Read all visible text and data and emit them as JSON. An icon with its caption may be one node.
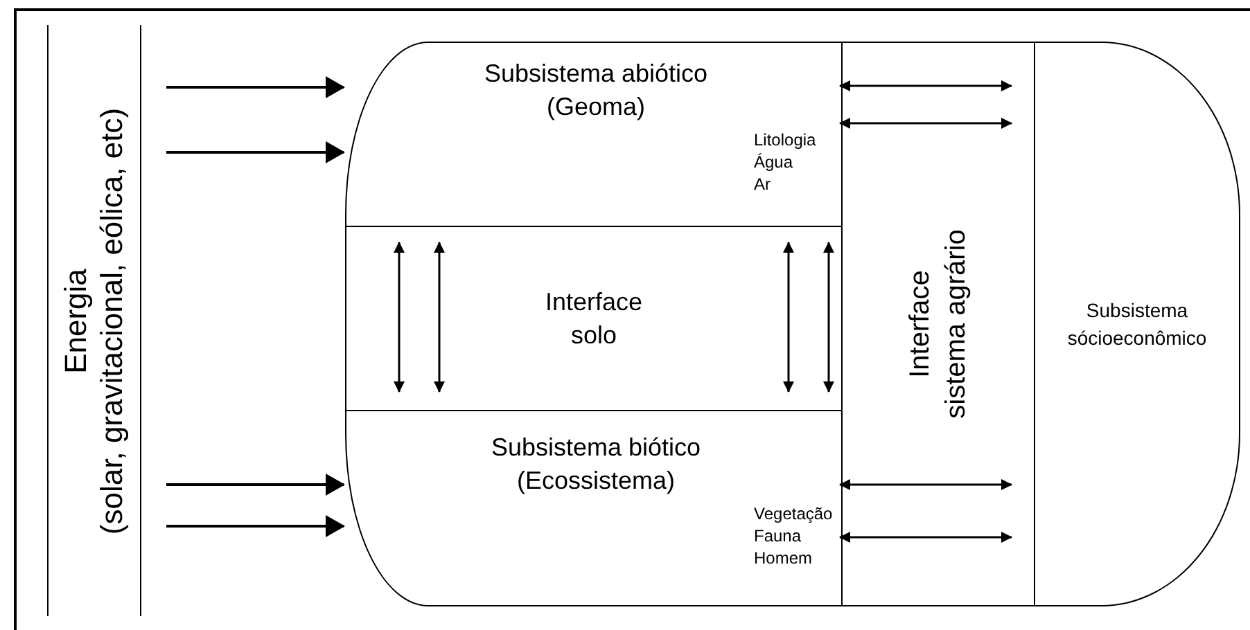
{
  "diagram": {
    "nodes": [
      {
        "text": [
          "Energia",
          "(solar, gravitacional, eólica, etc)"
        ]
      },
      {
        "text": [],
        "shape": "box"
      },
      {
        "text": [
          "Subsistema abiótico (Geoma)",
          "Litologia Água Ar"
        ],
        "in": 1
      },
      {
        "text": [
          "Interface solo"
        ],
        "in": 1
      },
      {
        "text": [
          "Subsistema biótico (Ecossistema)",
          "Vegetação Fauna Homem"
        ],
        "in": 1
      },
      {
        "text": [
          "Interface sistema agrário"
        ],
        "in": 1
      },
      {
        "text": [
          "Subsistema sócioeconômico"
        ],
        "in": 1
      }
    ],
    "edges": [
      {
        "from": 0,
        "to": 1,
        "arrow": "to"
      },
      {
        "from": 0,
        "to": 1,
        "arrow": "to"
      },
      {
        "from": 0,
        "to": 1,
        "arrow": "to"
      },
      {
        "from": 0,
        "to": 1,
        "arrow": "to"
      },
      {
        "from": 2,
        "to": 5,
        "arrow": "both"
      },
      {
        "from": 2,
        "to": 5,
        "arrow": "both"
      },
      {
        "from": 4,
        "to": 5,
        "arrow": "both"
      },
      {
        "from": 4,
        "to": 5,
        "arrow": "both"
      }
    ]
  }
}
